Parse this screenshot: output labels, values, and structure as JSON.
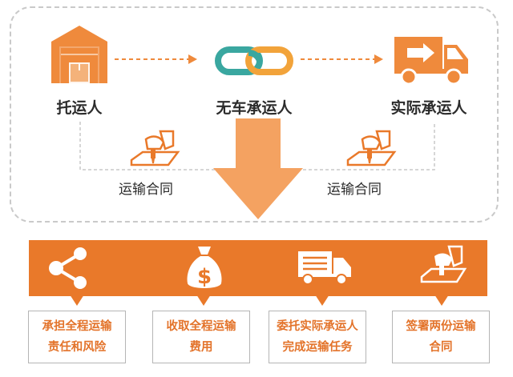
{
  "roles": {
    "shipper": "托运人",
    "non_vessel_carrier": "无车承运人",
    "actual_carrier": "实际承运人"
  },
  "contracts": {
    "left": "运输合同",
    "right": "运输合同"
  },
  "icons": {
    "warehouse": "warehouse-icon",
    "chain": "chain-link-icon",
    "truck": "truck-icon",
    "sign": "signing-hand-icon",
    "share": "share-icon",
    "money": "money-bag-icon"
  },
  "duties": [
    {
      "line1": "承担全程运输",
      "line2": "责任和风险"
    },
    {
      "line1": "收取全程运输",
      "line2": "费用"
    },
    {
      "line1": "委托实际承运人",
      "line2": "完成运输任务"
    },
    {
      "line1": "签署两份运输",
      "line2": "合同"
    }
  ],
  "colors": {
    "orange": "#e9792a",
    "light_orange": "#f4a261",
    "teal": "#3aa7a0",
    "text_orange": "#e3732a"
  }
}
